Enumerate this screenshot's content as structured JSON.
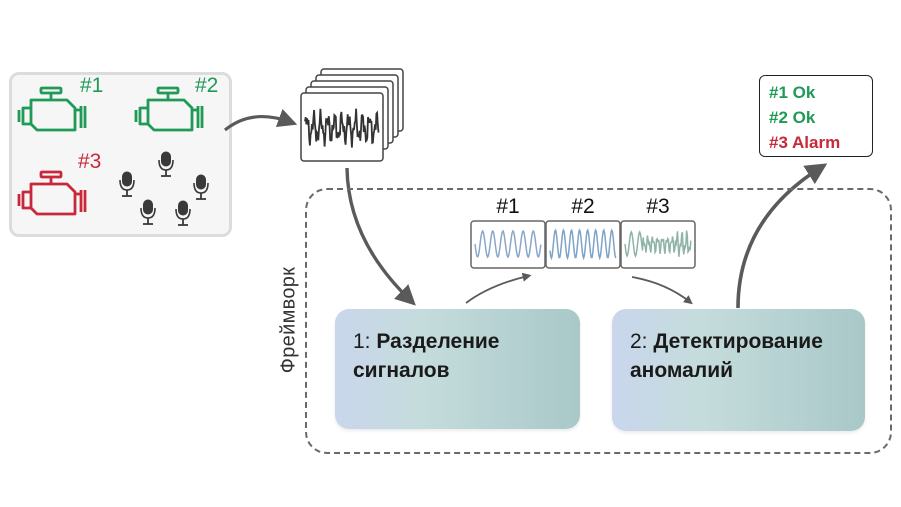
{
  "colors": {
    "ok": "#1f9a57",
    "alarm": "#c8293a",
    "mic": "#3a3a3a",
    "arrow": "#5a5a5a",
    "wave_mix": "#333333",
    "wave_1": "#8aa6c9",
    "wave_2": "#7fa3c6",
    "wave_3": "#8fb3a6"
  },
  "sources": [
    {
      "label": "#1",
      "state": "ok"
    },
    {
      "label": "#2",
      "state": "ok"
    },
    {
      "label": "#3",
      "state": "alarm"
    }
  ],
  "framework": {
    "label": "Фреймворк",
    "stages": [
      {
        "number": "1:",
        "title": "Разделение сигналов"
      },
      {
        "number": "2:",
        "title": "Детектирование аномалий"
      }
    ]
  },
  "separated_signals": [
    "#1",
    "#2",
    "#3"
  ],
  "status": [
    {
      "text": "#1 Ok",
      "state": "ok"
    },
    {
      "text": "#2 Ok",
      "state": "ok"
    },
    {
      "text": "#3 Alarm",
      "state": "alarm"
    }
  ]
}
